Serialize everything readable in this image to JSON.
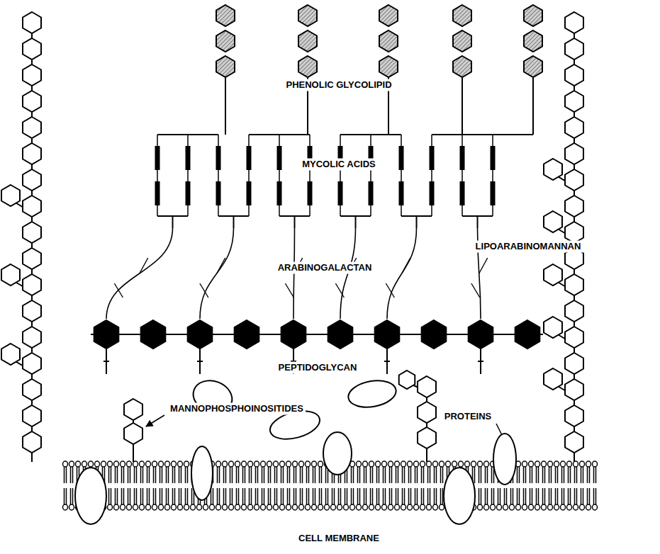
{
  "diagram": {
    "labels": [
      "PHENOLIC GLYCOLIPID",
      "MYCOLIC ACIDS",
      "ARABINOGALACTAN",
      "LIPOARABINOMANNAN",
      "PEPTIDOGLYCAN",
      "MANNOPHOSPHOINOSITIDES",
      "PROTEINS",
      "CELL MEMBRANE"
    ]
  }
}
